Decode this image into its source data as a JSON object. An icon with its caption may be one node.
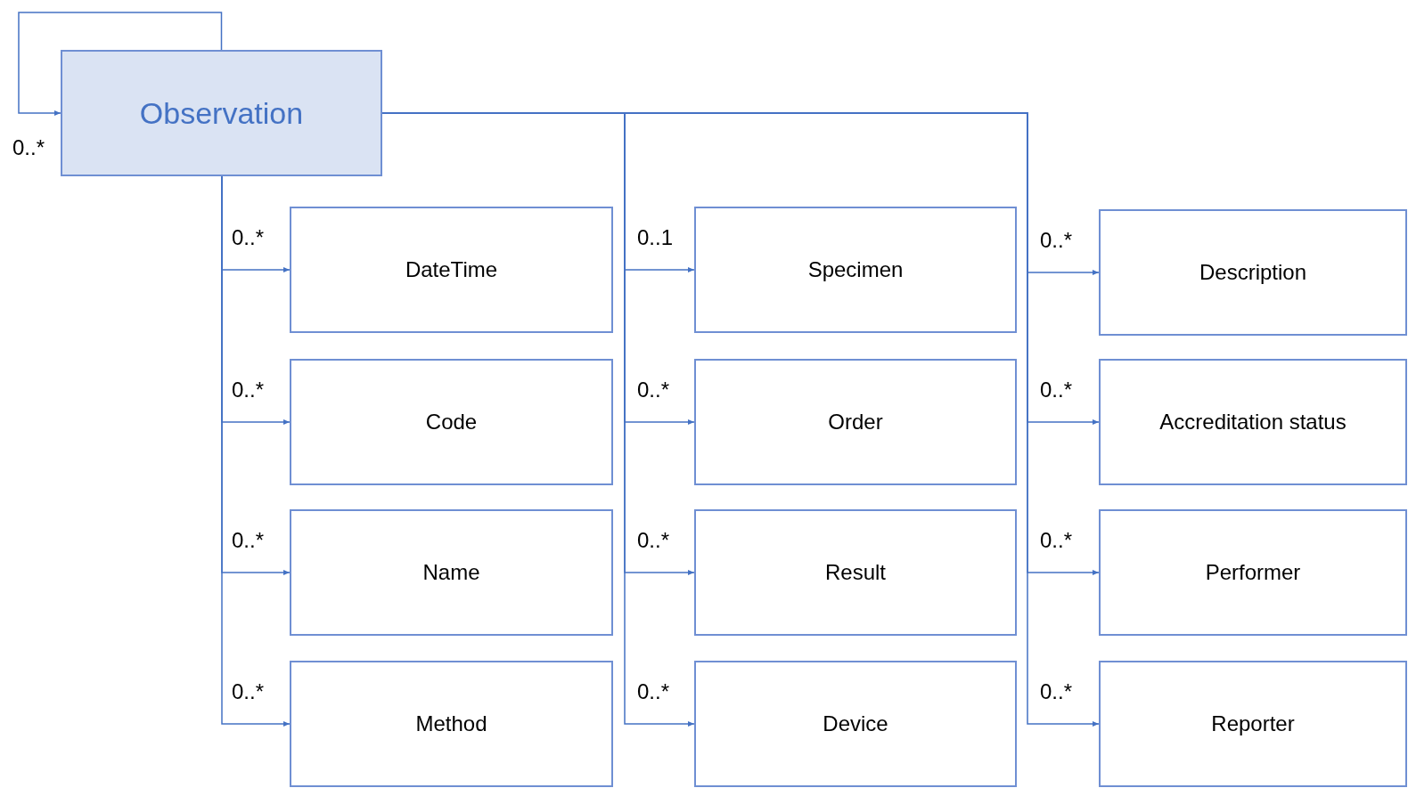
{
  "diagram": {
    "nodes": [
      {
        "text": [
          "Observation"
        ]
      },
      {
        "text": [
          "DateTime"
        ]
      },
      {
        "text": [
          "Code"
        ]
      },
      {
        "text": [
          "Name"
        ]
      },
      {
        "text": [
          "Method"
        ]
      },
      {
        "text": [
          "Specimen"
        ]
      },
      {
        "text": [
          "Order"
        ]
      },
      {
        "text": [
          "Result"
        ]
      },
      {
        "text": [
          "Device"
        ]
      },
      {
        "text": [
          "Description"
        ]
      },
      {
        "text": [
          "Accreditation status"
        ]
      },
      {
        "text": [
          "Performer"
        ]
      },
      {
        "text": [
          "Reporter"
        ]
      }
    ],
    "edges": [
      {
        "from": 0,
        "to": 0,
        "arrow": "to",
        "label": "0..*"
      },
      {
        "from": 0,
        "to": 1,
        "arrow": "to",
        "label": "0..*"
      },
      {
        "from": 0,
        "to": 2,
        "arrow": "to",
        "label": "0..*"
      },
      {
        "from": 0,
        "to": 3,
        "arrow": "to",
        "label": "0..*"
      },
      {
        "from": 0,
        "to": 4,
        "arrow": "to",
        "label": "0..*"
      },
      {
        "from": 0,
        "to": 5,
        "arrow": "to",
        "label": "0..1"
      },
      {
        "from": 0,
        "to": 6,
        "arrow": "to",
        "label": "0..*"
      },
      {
        "from": 0,
        "to": 7,
        "arrow": "to",
        "label": "0..*"
      },
      {
        "from": 0,
        "to": 8,
        "arrow": "to",
        "label": "0..*"
      },
      {
        "from": 0,
        "to": 9,
        "arrow": "to",
        "label": "0..*"
      },
      {
        "from": 0,
        "to": 10,
        "arrow": "to",
        "label": "0..*"
      },
      {
        "from": 0,
        "to": 11,
        "arrow": "to",
        "label": "0..*"
      },
      {
        "from": 0,
        "to": 12,
        "arrow": "to",
        "label": "0..*"
      }
    ]
  }
}
